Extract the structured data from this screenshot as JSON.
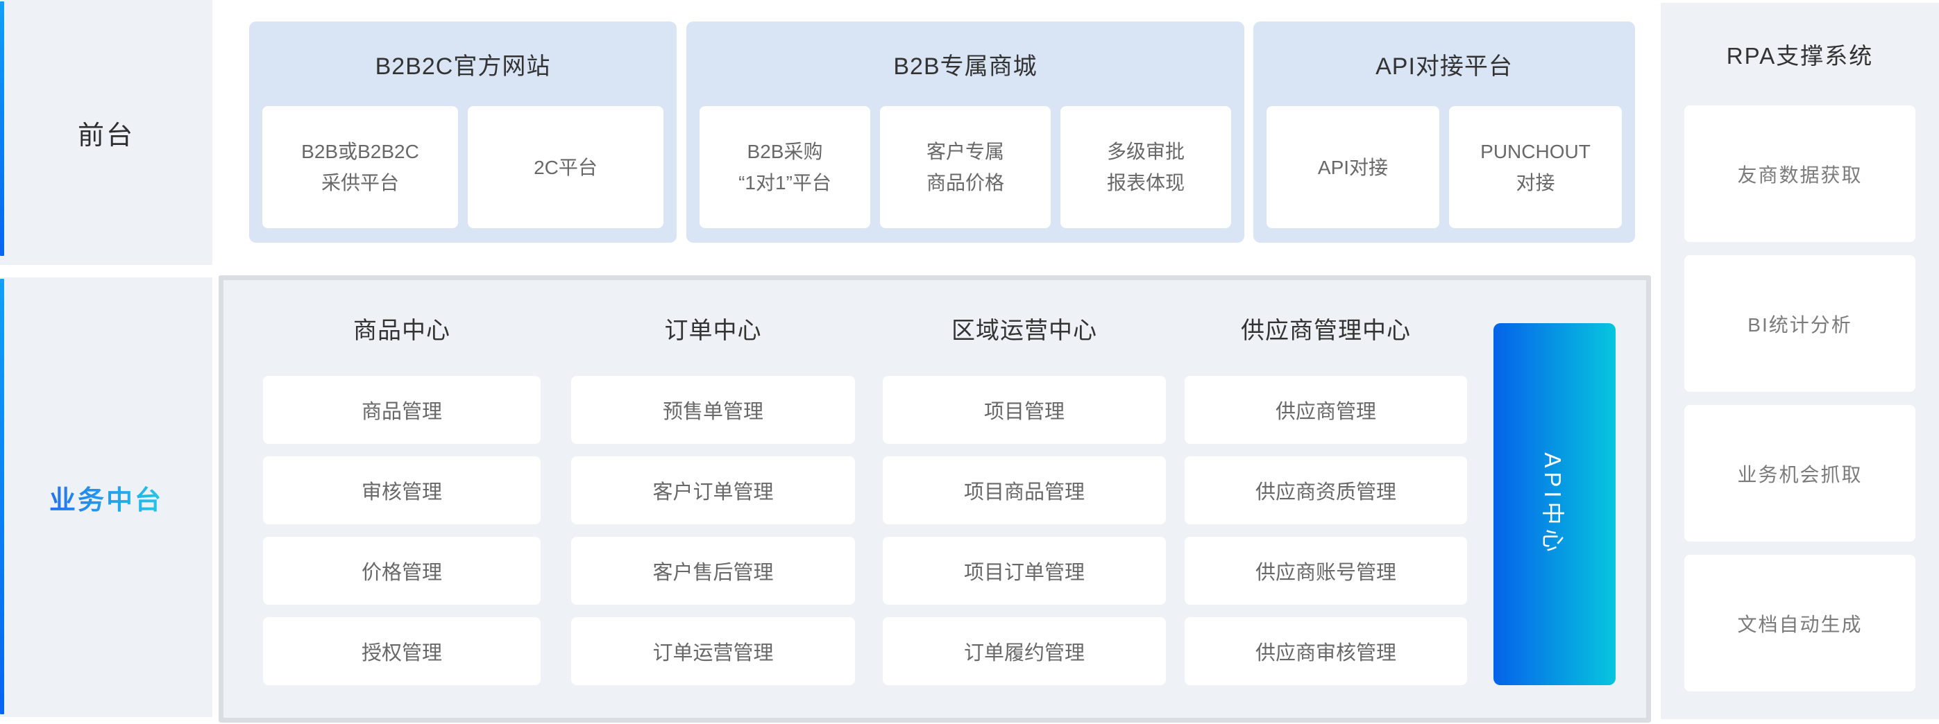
{
  "colors": {
    "accent_blue_top": "#10a0f6",
    "accent_blue_bottom": "#0666ee",
    "panel_blue": "#d9e4f5",
    "surface_gray": "#eef1f6",
    "panel_border": "#dadde2",
    "title_text": "#333333",
    "card_text": "#686868",
    "mid_label_gradient_start": "#2273f0",
    "mid_label_gradient_end": "#25c7e6",
    "api_bar_gradient_start": "#0562e9",
    "api_bar_gradient_end": "#07c6de"
  },
  "front_stage": {
    "label": "前台",
    "panels": [
      {
        "title": "B2B2C官方网站",
        "cards": [
          {
            "lines": [
              "B2B或B2B2C",
              "采供平台"
            ]
          },
          {
            "lines": [
              "2C平台"
            ]
          }
        ]
      },
      {
        "title": "B2B专属商城",
        "cards": [
          {
            "lines": [
              "B2B采购",
              "“1对1”平台"
            ]
          },
          {
            "lines": [
              "客户专属",
              "商品价格"
            ]
          },
          {
            "lines": [
              "多级审批",
              "报表体现"
            ]
          }
        ]
      },
      {
        "title": "API对接平台",
        "cards": [
          {
            "lines": [
              "API对接"
            ]
          },
          {
            "lines": [
              "PUNCHOUT",
              "对接"
            ]
          }
        ]
      }
    ]
  },
  "middle_stage": {
    "label": "业务中台",
    "api_center_label": "API中心",
    "groups": [
      {
        "title": "商品中心",
        "items": [
          "商品管理",
          "审核管理",
          "价格管理",
          "授权管理"
        ]
      },
      {
        "title": "订单中心",
        "items": [
          "预售单管理",
          "客户订单管理",
          "客户售后管理",
          "订单运营管理"
        ]
      },
      {
        "title": "区域运营中心",
        "items": [
          "项目管理",
          "项目商品管理",
          "项目订单管理",
          "订单履约管理"
        ]
      },
      {
        "title": "供应商管理中心",
        "items": [
          "供应商管理",
          "供应商资质管理",
          "供应商账号管理",
          "供应商审核管理"
        ]
      }
    ]
  },
  "rpa_system": {
    "title": "RPA支撑系统",
    "items": [
      "友商数据获取",
      "BI统计分析",
      "业务机会抓取",
      "文档自动生成"
    ]
  }
}
